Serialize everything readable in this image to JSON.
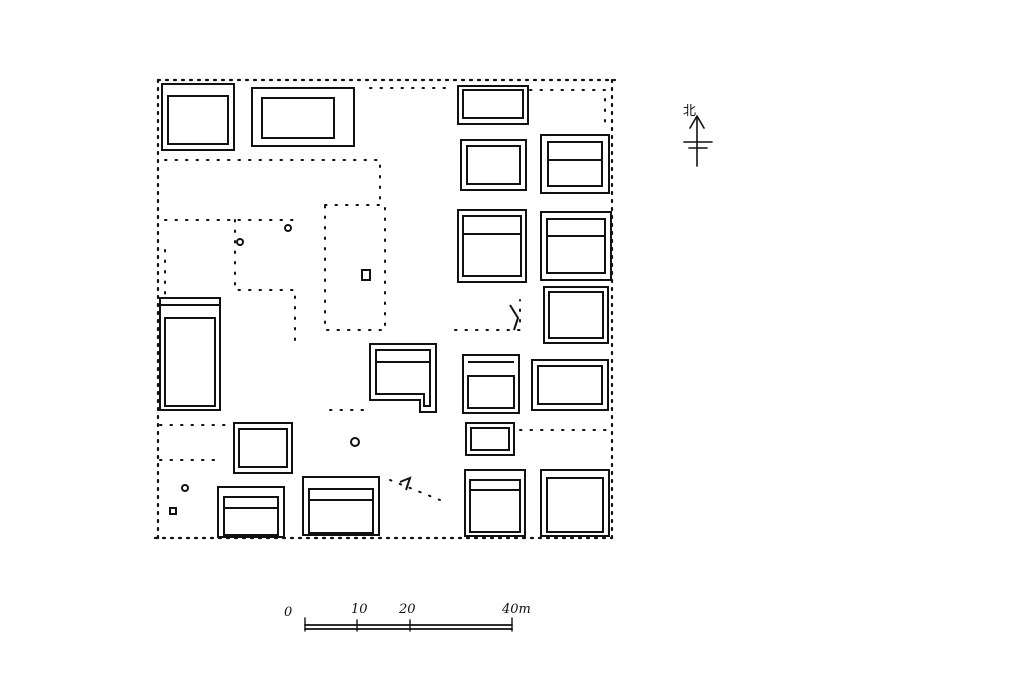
{
  "north_arrow": {
    "label": "北"
  },
  "scale_bar": {
    "ticks": [
      "0",
      "10",
      "20",
      "40m"
    ],
    "values_m": [
      0,
      10,
      20,
      40
    ]
  }
}
